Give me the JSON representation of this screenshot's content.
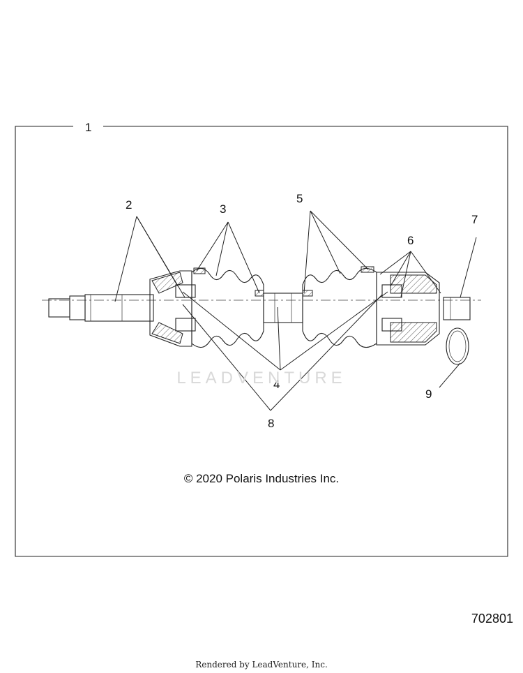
{
  "callouts": [
    {
      "id": "1",
      "label": "1"
    },
    {
      "id": "2",
      "label": "2"
    },
    {
      "id": "3",
      "label": "3"
    },
    {
      "id": "4",
      "label": "4"
    },
    {
      "id": "5",
      "label": "5"
    },
    {
      "id": "6",
      "label": "6"
    },
    {
      "id": "7",
      "label": "7"
    },
    {
      "id": "8",
      "label": "8"
    },
    {
      "id": "9",
      "label": "9"
    }
  ],
  "copyright": "© 2020 Polaris Industries Inc.",
  "diagram_number": "702801",
  "rendered_by": "Rendered by LeadVenture, Inc.",
  "watermark": "LEADVENTURE"
}
